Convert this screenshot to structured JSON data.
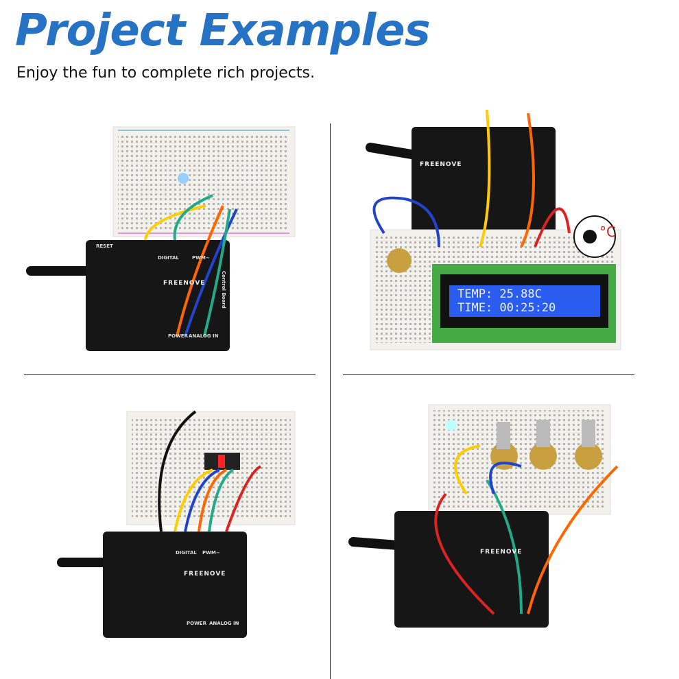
{
  "header": {
    "title": "Project Examples",
    "subtitle": "Enjoy the fun to complete rich projects."
  },
  "board": {
    "brand": "FREENOVE",
    "digital": "DIGITAL",
    "pwm": "PWM~",
    "power": "POWER",
    "analog": "ANALOG IN",
    "control": "Control Board",
    "reset": "RESET"
  },
  "lcd": {
    "line1": "TEMP: 25.88C",
    "line2": "TIME: 00:25:20"
  },
  "sensor": {
    "unit": "°C"
  },
  "colors": {
    "title": "#2672c4",
    "lcd": "#2a5cf0",
    "board": "#161616",
    "breadboard": "#f3f1ec"
  }
}
